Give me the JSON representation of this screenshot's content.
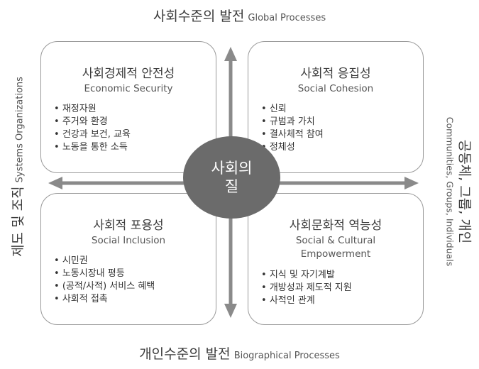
{
  "axes": {
    "top": {
      "ko": "사회수준의 발전",
      "en": "Global Processes"
    },
    "bottom": {
      "ko": "개인수준의 발전",
      "en": "Biographical Processes"
    },
    "left": {
      "ko": "제도 및 조직",
      "en": "Systems Organizations"
    },
    "right": {
      "ko": "공동체, 그룹, 개인",
      "en": "Communities, Groups, Individuals"
    }
  },
  "center": {
    "line1": "사회의",
    "line2": "질"
  },
  "quadrants": {
    "top_left": {
      "title": "사회경제적 안전성",
      "subtitle": "Economic Security",
      "items": [
        "재정자원",
        "주거와 환경",
        "건강과 보건, 교육",
        "노동을 통한 소득"
      ]
    },
    "top_right": {
      "title": "사회적 응집성",
      "subtitle": "Social Cohesion",
      "items": [
        "신뢰",
        "규범과 가치",
        "결사체적 참여",
        "정체성"
      ]
    },
    "bottom_left": {
      "title": "사회적 포용성",
      "subtitle": "Social Inclusion",
      "items": [
        "시민권",
        "노동시장내 평등",
        "(공적/사적) 서비스 혜택",
        "사회적 접촉"
      ]
    },
    "bottom_right": {
      "title": "사회문화적 역능성",
      "subtitle_line1": "Social & Cultural",
      "subtitle_line2": "Empowerment",
      "items": [
        "지식 및 자기계발",
        "개방성과 제도적 지원",
        "사적인 관계"
      ]
    }
  },
  "bullet": "•",
  "colors": {
    "arrow": "#8a8a8a",
    "circle": "#6b6b6b",
    "border": "#9a9a9a"
  }
}
